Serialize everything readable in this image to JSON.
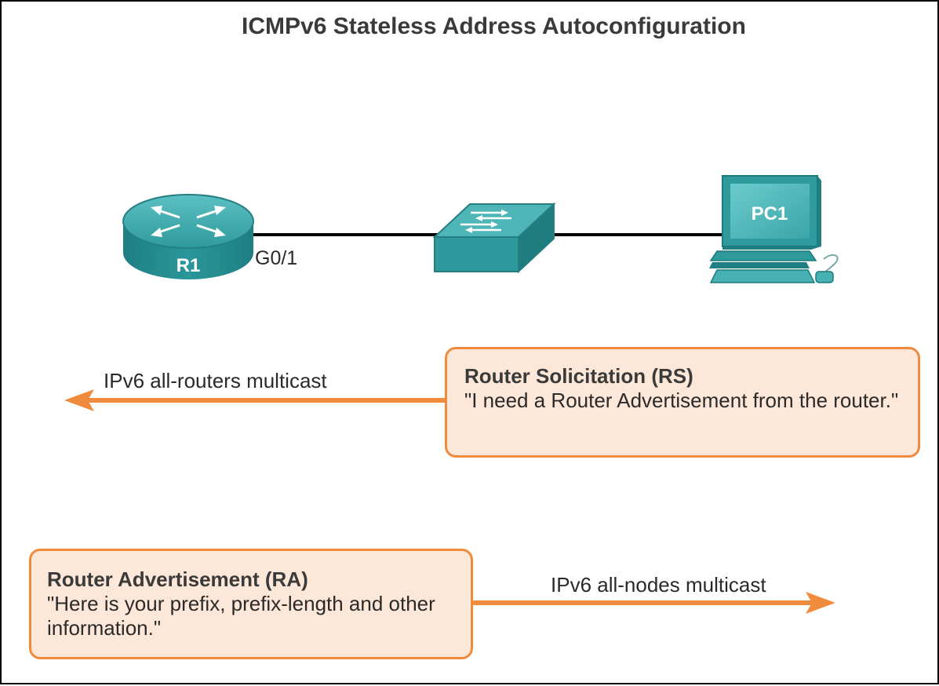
{
  "title": "ICMPv6 Stateless Address Autoconfiguration",
  "devices": {
    "router_label": "R1",
    "interface_label": "G0/1",
    "pc_label": "PC1"
  },
  "rs": {
    "title": "Router Solicitation (RS)",
    "text": "\"I need a Router Advertisement from the router.\"",
    "arrow_label": "IPv6 all-routers multicast"
  },
  "ra": {
    "title": "Router Advertisement (RA)",
    "text": "\"Here is your prefix, prefix-length and other information.\"",
    "arrow_label": "IPv6 all-nodes multicast"
  },
  "colors": {
    "device_teal": "#2a8f93",
    "arrow_orange": "#f08a3c",
    "callout_fill": "#fde7d8"
  }
}
